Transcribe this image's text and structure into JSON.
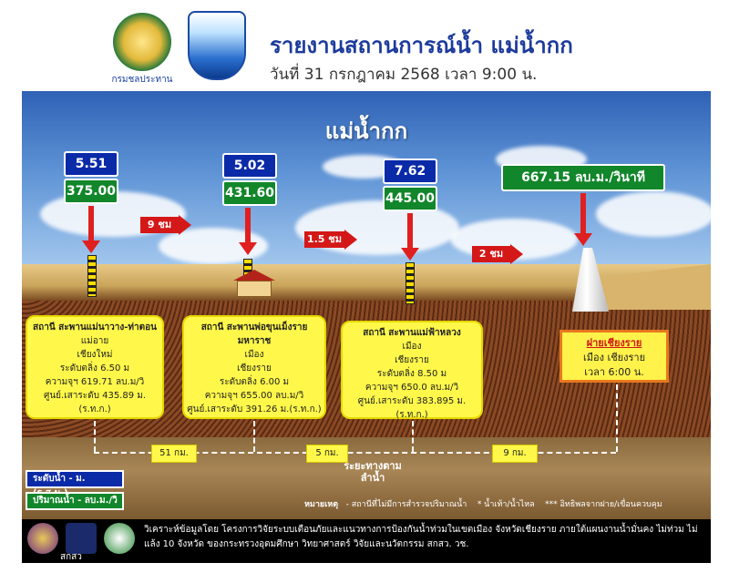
{
  "header": {
    "title": "รายงานสถานการณ์น้ำ แม่น้ำกก",
    "subtitle": "วันที่ 31 กรกฎาคม 2568 เวลา 9:00 น.",
    "logo_left_caption": "กรมชลประทาน"
  },
  "scene": {
    "river_name": "แม่น้ำกก"
  },
  "stations": [
    {
      "level": "5.51",
      "flow": "375.00",
      "lines": [
        "สถานี สะพานแม่นาวาง-ท่าตอน",
        "แม่อาย",
        "เชียงใหม่",
        "ระดับตลิ่ง 6.50 ม",
        "ความจุฯ 619.71 ลบ.ม/วิ",
        "ศูนย์.เสาระดับ 435.89 ม.(ร.ท.ก.)"
      ]
    },
    {
      "level": "5.02",
      "flow": "431.60",
      "lines": [
        "สถานี สะพานพ่อขุนเม็งรายมหาราช",
        "เมือง",
        "เชียงราย",
        "ระดับตลิ่ง 6.00 ม",
        "ความจุฯ 655.00 ลบ.ม/วิ",
        "ศูนย์.เสาระดับ 391.26 ม.(ร.ท.ก.)"
      ]
    },
    {
      "level": "7.62",
      "flow": "445.00",
      "lines": [
        "สถานี สะพานแม่ฟ้าหลวง",
        "เมือง",
        "เชียงราย",
        "ระดับตลิ่ง 8.50 ม",
        "ความจุฯ 650.0 ลบ.ม/วิ",
        "ศูนย์.เสาระดับ 383.895 ม.(ร.ท.ก.)"
      ]
    }
  ],
  "discharge": "667.15 ลบ.ม./วินาที",
  "travel_times": [
    "9 ชม",
    "1.5 ชม",
    "2 ชม"
  ],
  "office": {
    "title": "ฝายเชียงราย",
    "line1": "เมือง เชียงราย",
    "line2": "เวลา 6:00 น."
  },
  "distances": [
    "51 กม.",
    "5 กม.",
    "9 กม."
  ],
  "distance_label": "ระยะทางตาม\nลำน้ำ",
  "legend": {
    "level": "ระดับน้ำ - ม. (ร.ส.ม.)",
    "flow": "ปริมาณน้ำ - ลบ.ม./วิ"
  },
  "notes": {
    "title": "หมายเหตุ",
    "item1": "-  สถานีที่ไม่มีการสำรวจปริมาณน้ำ",
    "item2": "*  น้ำเท้า/น้ำไหล",
    "item3": "*** อิทธิพลจากฝาย/เขื่อนควบคุม"
  },
  "footer": {
    "logo_label": "สกสว",
    "text": "วิเคราะห์ข้อมูลโดย โครงการวิจัยระบบเตือนภัยและแนวทางการป้องกันน้ำท่วมในเขตเมือง จังหวัดเชียงราย ภายใต้แผนงานน้ำมั่นคง ไม่ท่วม ไม่แล้ง 10 จังหวัด ของกระทรวงอุดมศึกษา วิทยาศาสตร์ วิจัยและนวัตกรรม สกสว. วช."
  },
  "colors": {
    "level_box": "#0a2aa8",
    "flow_box": "#12862a",
    "arrow": "#e02020",
    "card": "#fff84a",
    "title": "#1d3b9c"
  }
}
